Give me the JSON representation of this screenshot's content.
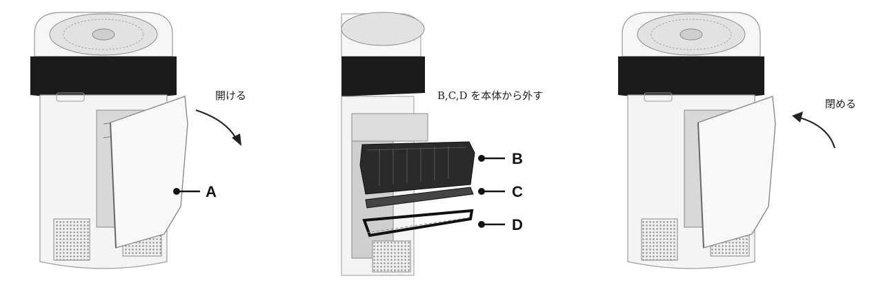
{
  "steps": [
    {
      "caption": "開ける"
    },
    {
      "caption": "B,C,D を本体から外す"
    },
    {
      "caption": "閉める"
    }
  ],
  "parts": [
    "A",
    "B",
    "C",
    "D"
  ],
  "colors": {
    "body": "#f4f4f4",
    "band": "#1b1b1b",
    "outline": "#9a9a9a",
    "filter": "#2a2a2a"
  }
}
